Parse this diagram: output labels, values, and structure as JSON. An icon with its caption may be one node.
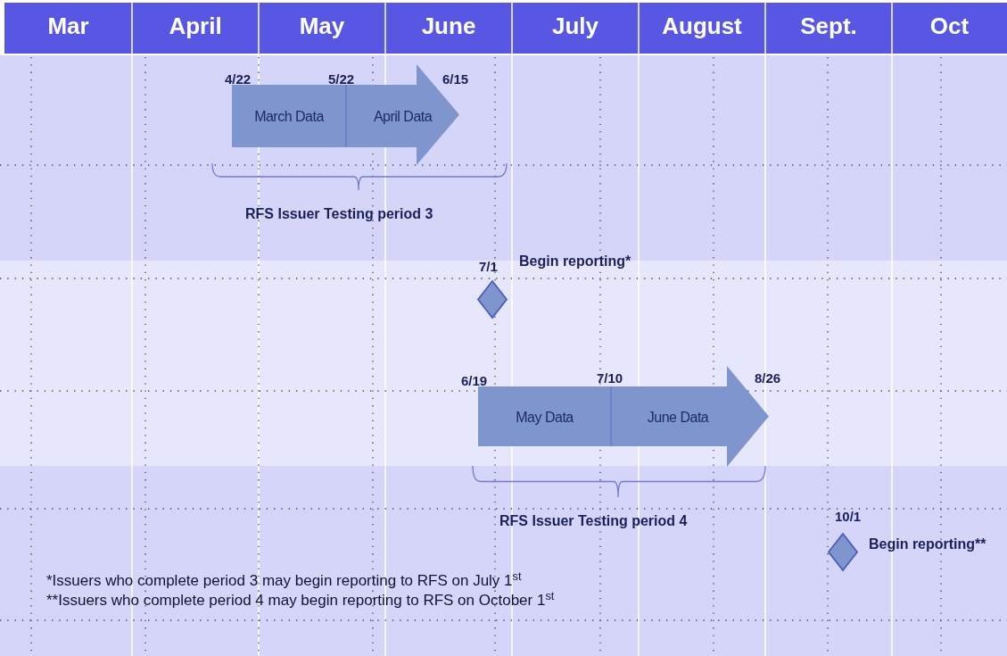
{
  "diagram": {
    "nodes": [
      {
        "text": [
          "March Data",
          "April Data"
        ],
        "beside": [
          "4/22",
          "5/22",
          "6/15"
        ]
      },
      {
        "text": [],
        "shape": "diamond",
        "beside": [
          "7/1",
          "Begin reporting*"
        ]
      },
      {
        "text": [
          "May Data",
          "June Data"
        ],
        "beside": [
          "6/19",
          "7/10",
          "8/26"
        ]
      },
      {
        "text": [],
        "shape": "diamond",
        "beside": [
          "10/1",
          "Begin reporting**"
        ]
      }
    ],
    "edges": [],
    "labels": [
      "Mar",
      "April",
      "May",
      "June",
      "July",
      "August",
      "Sept.",
      "Oct",
      "RFS Issuer Testing period 3",
      "RFS Issuer Testing period 4",
      "*Issuers who complete period 3 may begin reporting to RFS on July 1$^{st}$",
      "**Issuers who complete period 4 may begin reporting to RFS on October 1$^{st}$"
    ]
  }
}
